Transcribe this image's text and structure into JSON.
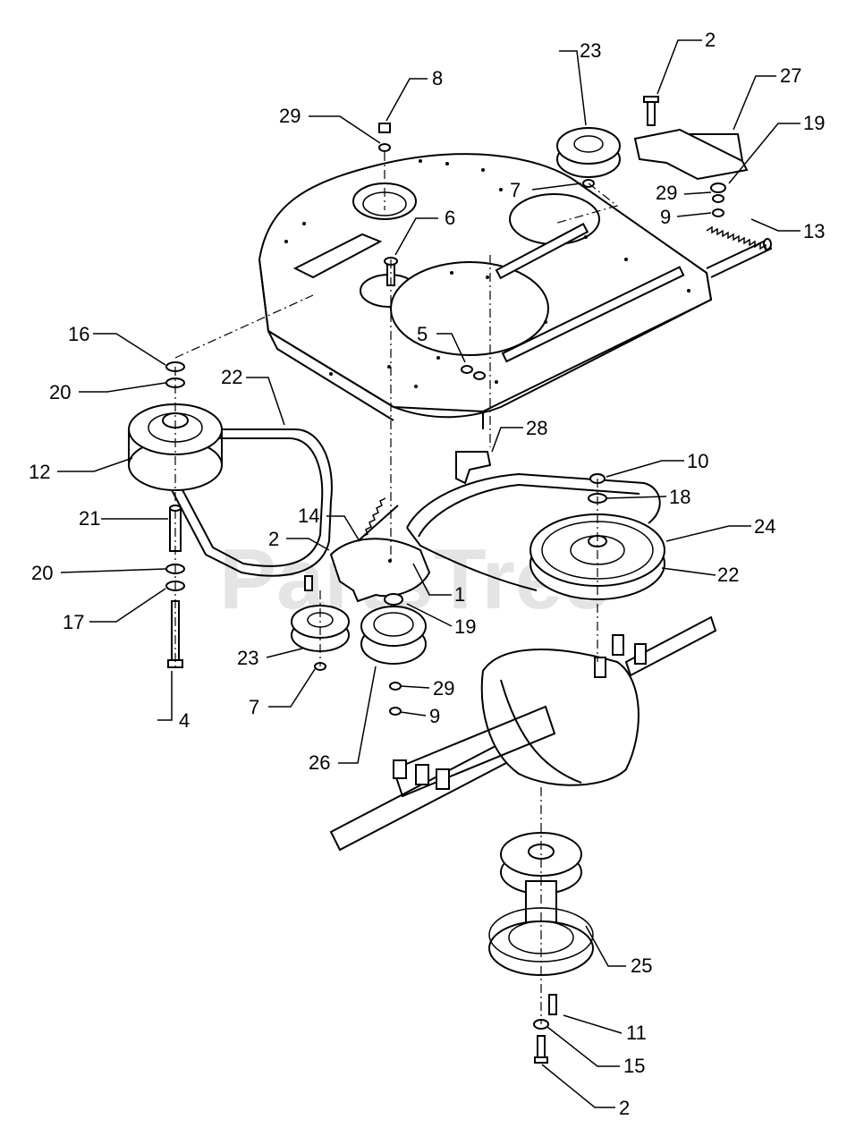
{
  "watermark": "PartsTree",
  "callouts": {
    "c8": "8",
    "c29a": "29",
    "c23a": "23",
    "c2a": "2",
    "c27": "27",
    "c19a": "19",
    "c29b": "29",
    "c9a": "9",
    "c13": "13",
    "c7a": "7",
    "c6": "6",
    "c16": "16",
    "c20a": "20",
    "c22a": "22",
    "c5": "5",
    "c28": "28",
    "c12": "12",
    "c10": "10",
    "c18": "18",
    "c24": "24",
    "c21": "21",
    "c14": "14",
    "c2b": "2",
    "c22b": "22",
    "c20b": "20",
    "c1": "1",
    "c19b": "19",
    "c17": "17",
    "c23b": "23",
    "c29c": "29",
    "c7b": "7",
    "c9b": "9",
    "c4": "4",
    "c26": "26",
    "c25": "25",
    "c11": "11",
    "c15": "15",
    "c2c": "2"
  }
}
